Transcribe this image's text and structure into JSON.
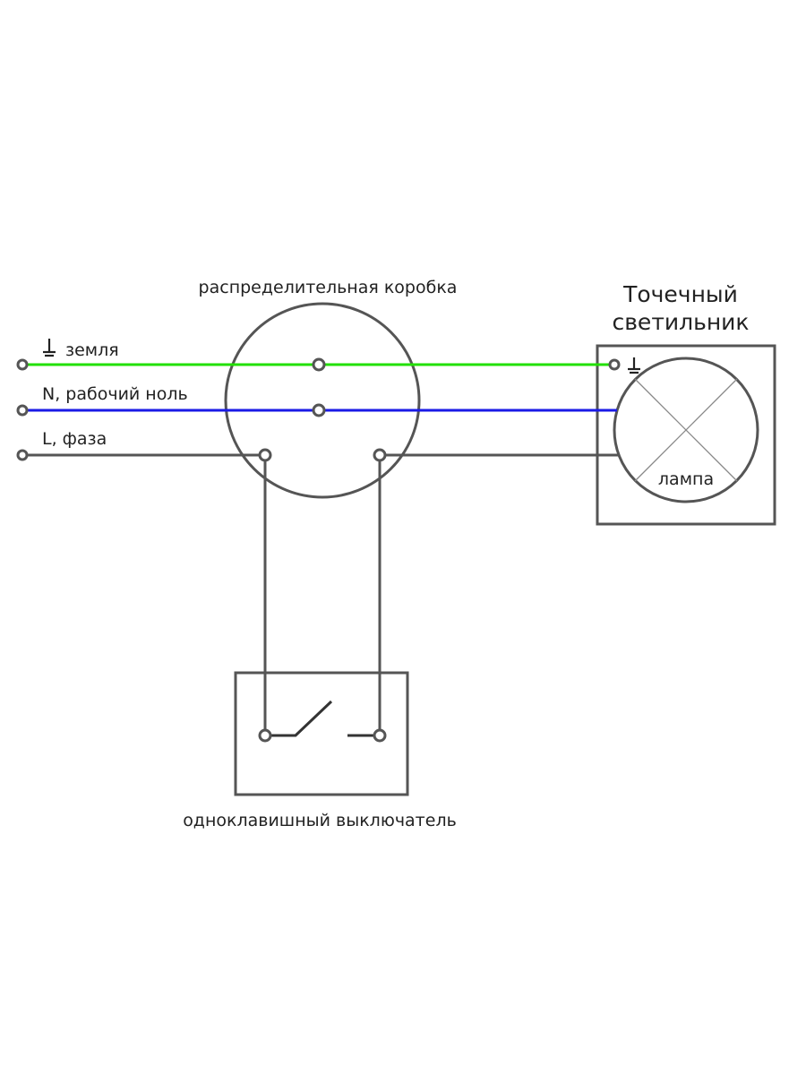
{
  "labels": {
    "junction_box": "распределительная коробка",
    "fixture_line1": "Точечный",
    "fixture_line2": "светильник",
    "earth": "земля",
    "neutral": "N, рабочий ноль",
    "phase": "L, фаза",
    "lamp": "лампа",
    "switch": "одноклавишный выключатель"
  },
  "icons": {
    "earth": "ground-symbol-icon"
  },
  "colors": {
    "earth": "#22e000",
    "neutral": "#1a1ae6",
    "phase": "#555555",
    "outline": "#555555"
  }
}
